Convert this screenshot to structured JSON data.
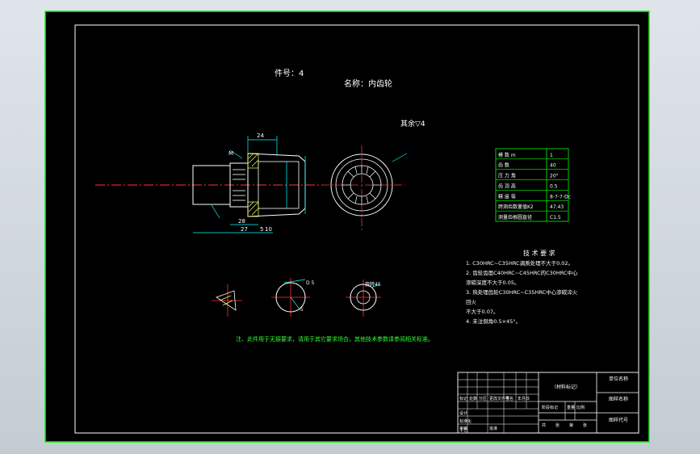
{
  "drawing": {
    "part_number": "件号：4",
    "part_name": "名称：内齿轮",
    "surface_note": "其余▽4",
    "dims": {
      "d24": "24",
      "d28": "28",
      "d27": "27",
      "d5": "5",
      "d10": "10",
      "dM": "M"
    },
    "detail_label_1": "D 5",
    "detail_label_2": "5",
    "detail_label_3": "旋转45",
    "center_note": "注、此件用于无振要求，请用于其它要求场合，其他技术参数请参阅相关标准。"
  },
  "param_table": [
    {
      "label": "模 数 m",
      "value": "1"
    },
    {
      "label": "齿 数",
      "value": "40"
    },
    {
      "label": "压 力 角",
      "value": "20°"
    },
    {
      "label": "齿 顶 高",
      "value": "0.5"
    },
    {
      "label": "精 度 等",
      "value": "8-7-7-Dc"
    },
    {
      "label": "跨测齿数量值K2",
      "value": "47.43"
    },
    {
      "label": "测量齿根圆直径",
      "value": "C1.5"
    }
  ],
  "tech_req": {
    "title": "技 术 要 求",
    "lines": [
      "1. C30HRC~C35HRC调质处理不大于0.02。",
      "2. 齿轮齿面C40HRC~C45HRC的C30HRC中心",
      "   渗碳深度不大于0.05。",
      "3. 热处理齿轮C30HRC~C35HRC中心渗碳淬火",
      "   回火",
      "   不大于0.07。",
      "4. 未注倒角0.5×45°。"
    ]
  },
  "title_block": {
    "drawing_mark": "（材料标记）",
    "unit_name": "单位名称",
    "drawing_name": "图样名称",
    "drawing_code": "图样代号",
    "cells": [
      "标记",
      "处数",
      "分区",
      "更改文件号",
      "签名",
      "年月日",
      "设计",
      "标准化",
      "阶段标记",
      "重量",
      "比例",
      "审核",
      "工艺",
      "批准",
      "共",
      "张",
      "第",
      "张"
    ]
  },
  "colors": {
    "background": "#000000",
    "border": "#00ff00",
    "outline": "#ffffff",
    "centerline": "#ff3333",
    "dimension": "#00ffff",
    "hatch": "#ffff66",
    "text": "#ffffff"
  }
}
